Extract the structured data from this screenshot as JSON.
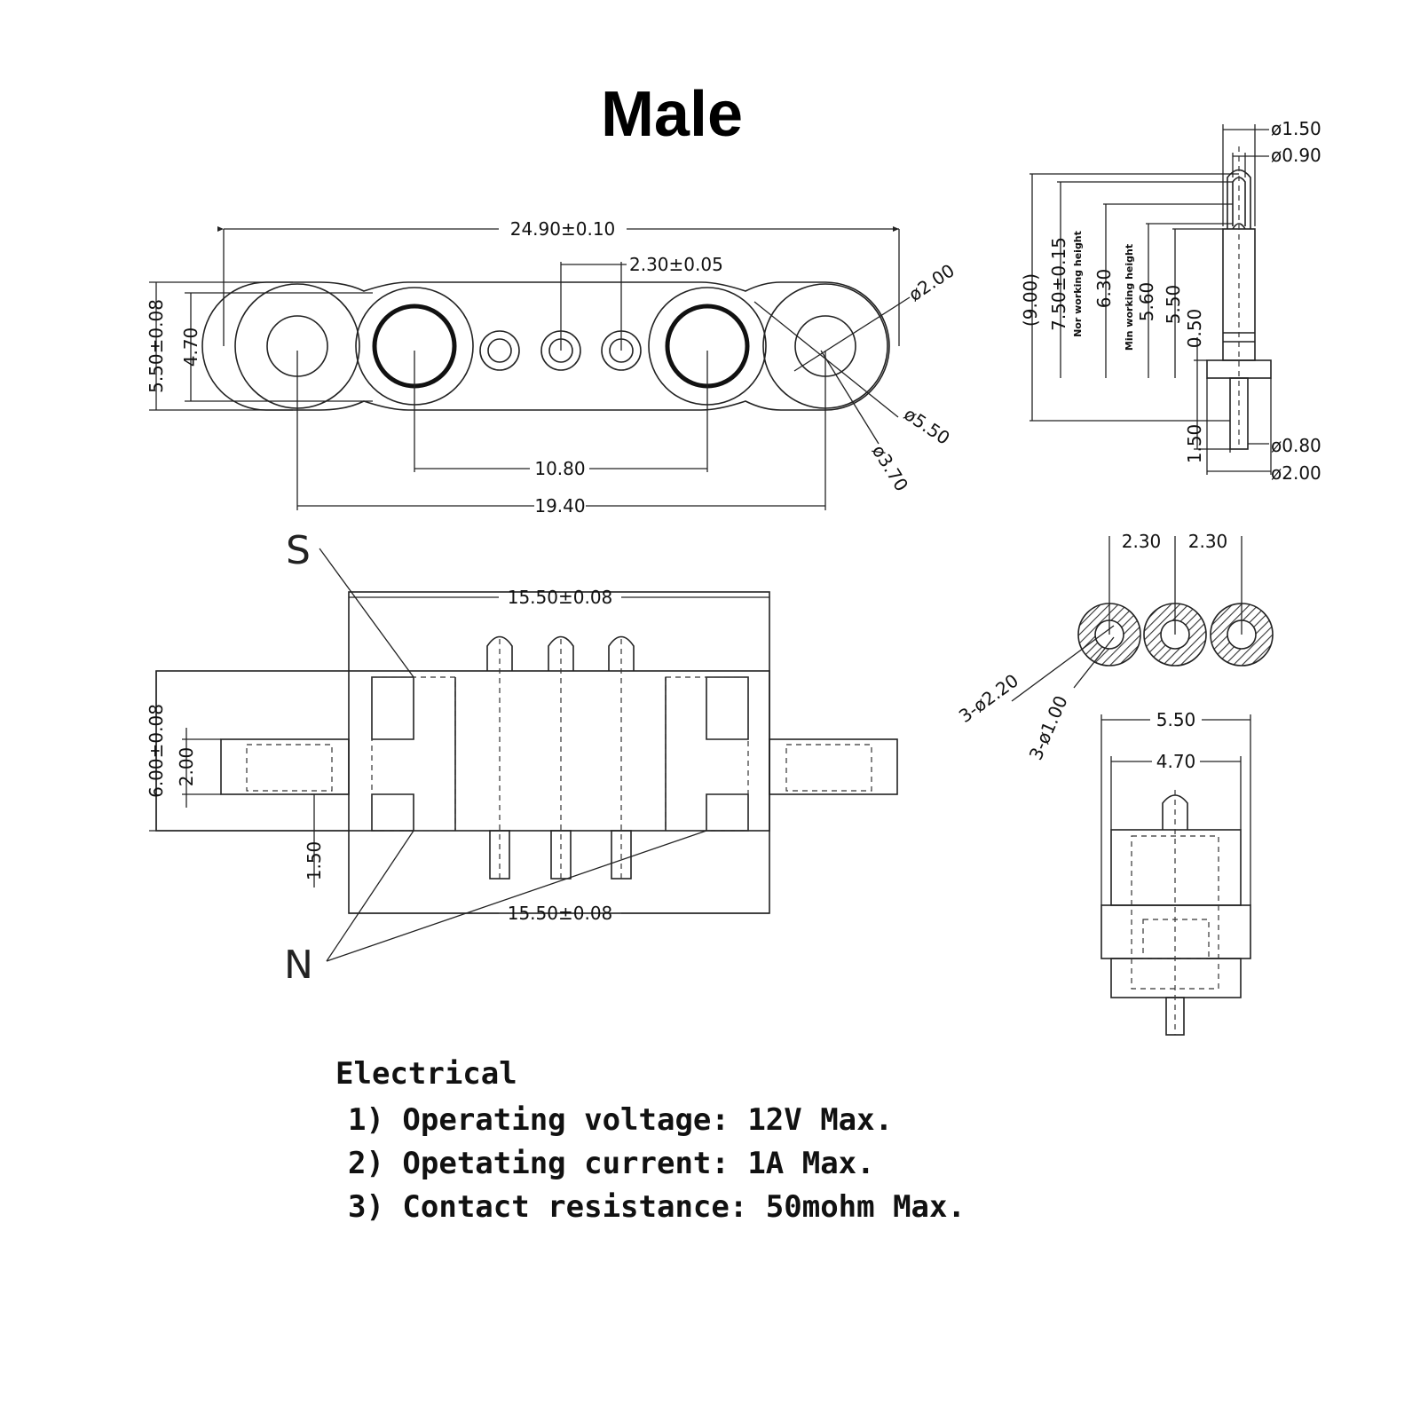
{
  "title": "Male",
  "dimensions": {
    "top_view": {
      "overall_length": "24.90±0.10",
      "pin_pitch": "2.30±0.05",
      "height": "5.50±0.08",
      "inner_height": "4.70",
      "magnet_spacing": "10.80",
      "hole_spacing": "19.40",
      "hole_outer_dia": "ø2.00",
      "ring_dia": "ø5.50",
      "mount_dia": "ø3.70"
    },
    "side_view": {
      "head_dia": "ø1.50",
      "tip_dia": "ø0.90",
      "free_height": "(9.00)",
      "nor_height": "7.50±0.15",
      "nor_label": "Nor working height",
      "min_height": "6.30",
      "min_label": "Min working height",
      "dim_5_60": "5.60",
      "dim_5_50": "5.50",
      "dim_0_50": "0.50",
      "dim_1_50": "1.50",
      "tail_dia": "ø0.80",
      "base_dia": "ø2.00"
    },
    "front_view": {
      "top_width": "15.50±0.08",
      "bottom_width": "15.50±0.08",
      "height": "6.00±0.08",
      "tab_height": "2.00",
      "offset": "1.50",
      "south_label": "S",
      "north_label": "N"
    },
    "pin_face": {
      "pitch_1": "2.30",
      "pitch_2": "2.30",
      "outer_dia": "3-ø2.20",
      "inner_dia": "3-ø1.00"
    },
    "end_view": {
      "outer_width": "5.50",
      "inner_width": "4.70"
    }
  },
  "electrical": {
    "heading": "Electrical",
    "items": [
      "1) Operating voltage: 12V Max.",
      "2) Opetating current: 1A Max.",
      "3) Contact resistance: 50mohm Max."
    ]
  }
}
